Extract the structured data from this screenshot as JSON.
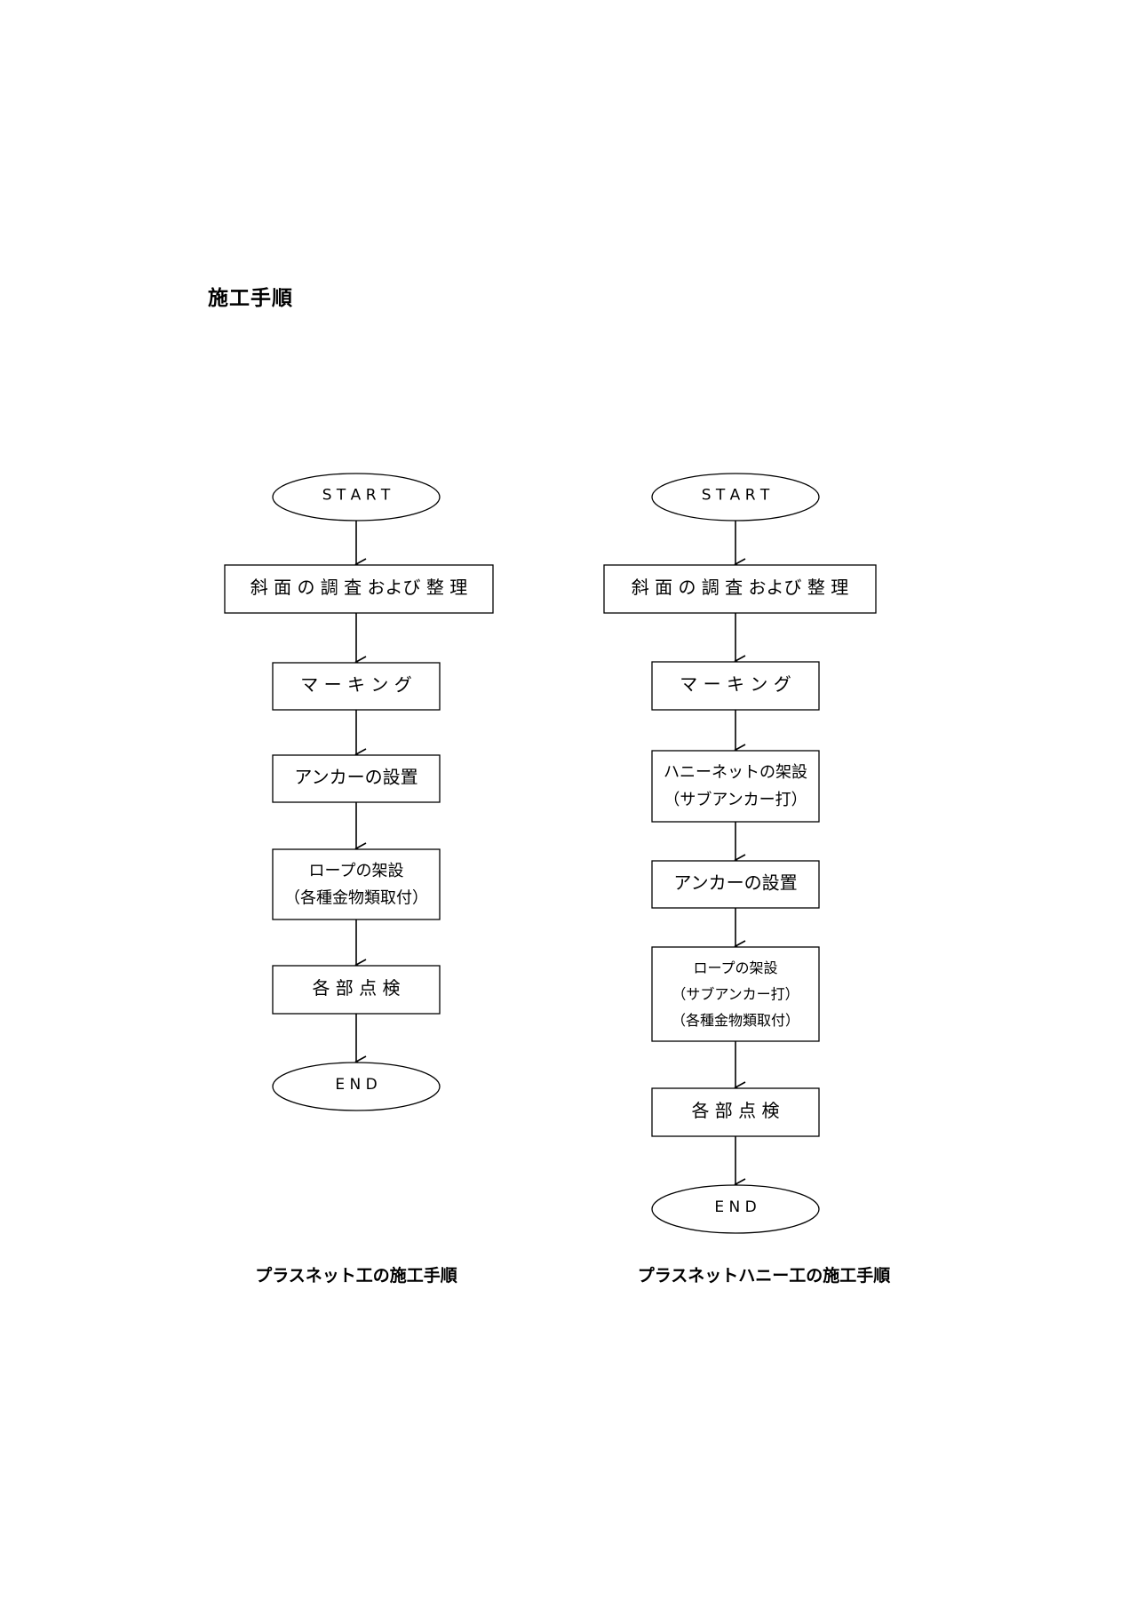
{
  "page": {
    "title": "施工手順"
  },
  "flowcharts": [
    {
      "caption": "プラスネット工の施工手順",
      "nodes": [
        {
          "shape": "terminal",
          "lines": [
            "S T A R T"
          ]
        },
        {
          "shape": "process",
          "lines": [
            "斜 面 の 調 査 および 整 理"
          ]
        },
        {
          "shape": "process",
          "lines": [
            "マ ー キ ン グ"
          ]
        },
        {
          "shape": "process",
          "lines": [
            "アンカーの設置"
          ]
        },
        {
          "shape": "process",
          "lines": [
            "ロープの架設",
            "（各種金物類取付）"
          ]
        },
        {
          "shape": "process",
          "lines": [
            "各 部 点 検"
          ]
        },
        {
          "shape": "terminal",
          "lines": [
            "E N D"
          ]
        }
      ]
    },
    {
      "caption": "プラスネットハニー工の施工手順",
      "nodes": [
        {
          "shape": "terminal",
          "lines": [
            "S T A R T"
          ]
        },
        {
          "shape": "process",
          "lines": [
            "斜 面 の 調 査 および 整 理"
          ]
        },
        {
          "shape": "process",
          "lines": [
            "マ ー キ ン グ"
          ]
        },
        {
          "shape": "process",
          "lines": [
            "ハニーネットの架設",
            "（サブアンカー打）"
          ]
        },
        {
          "shape": "process",
          "lines": [
            "アンカーの設置"
          ]
        },
        {
          "shape": "process",
          "lines": [
            "ロープの架設",
            "（サブアンカー打）",
            "（各種金物類取付）"
          ]
        },
        {
          "shape": "process",
          "lines": [
            "各 部 点 検"
          ]
        },
        {
          "shape": "terminal",
          "lines": [
            "E N D"
          ]
        }
      ]
    }
  ]
}
